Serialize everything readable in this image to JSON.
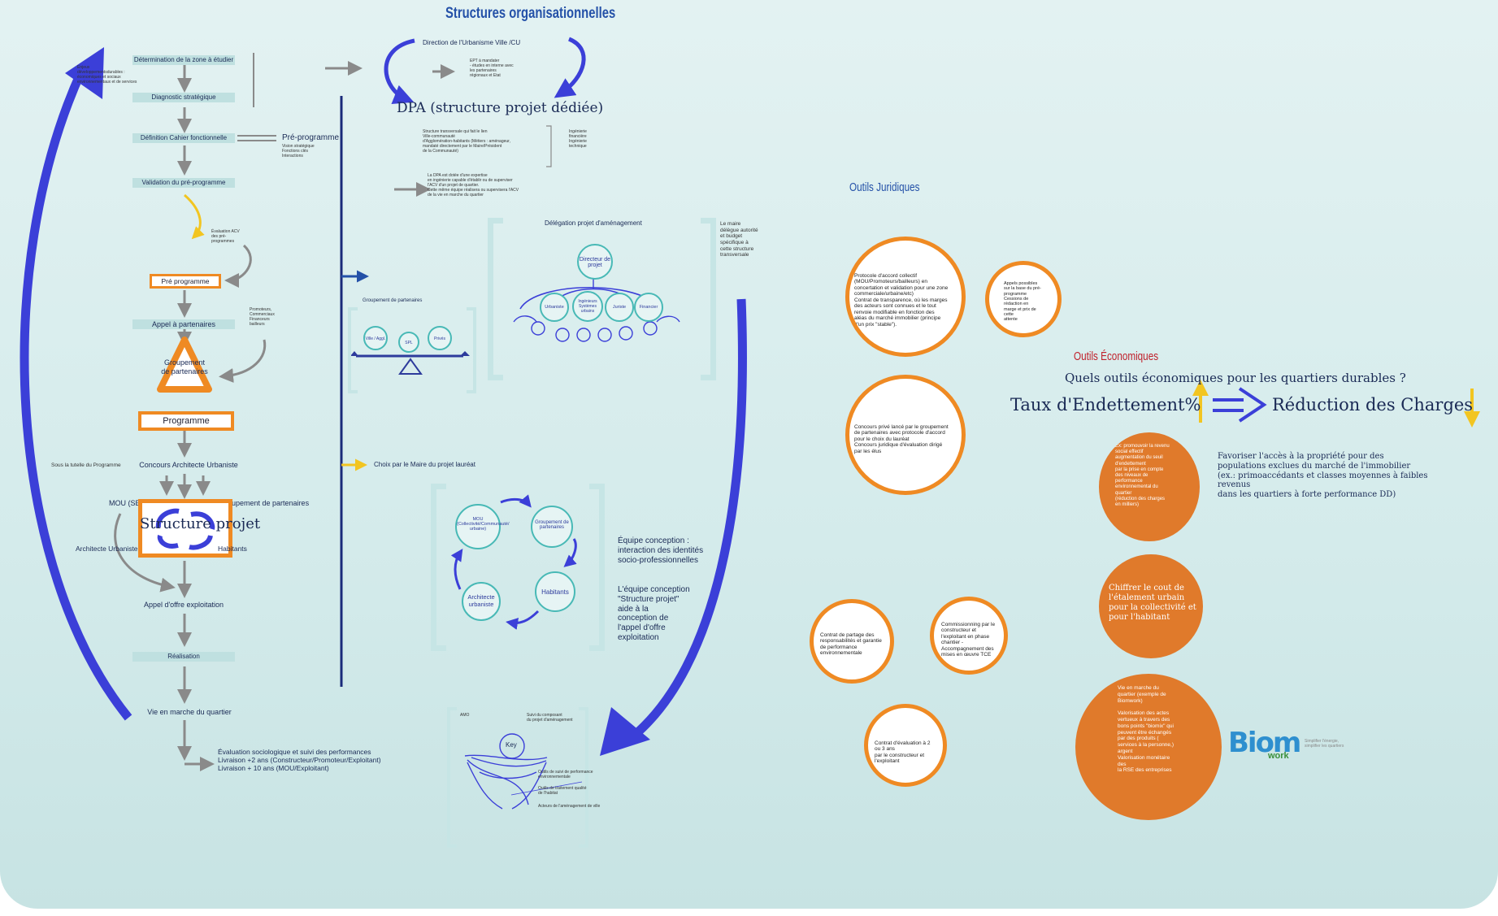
{
  "title": "Structures organisationnelles",
  "flow": {
    "steps": {
      "s1": "Détermination de la zone à étudier",
      "s2": "Diagnostic stratégique",
      "s3": "Définition Cahier fonctionnelle",
      "s4": "Validation du pré-programme",
      "s5": "Appel à partenaires",
      "s6": "Concours Architecte Urbaniste",
      "s7": "Appel d'offre exploitation",
      "s8": "Réalisation",
      "s9": "Vie en marche du quartier"
    },
    "left_note": "Enjeux\ndéveloppementsdurables :\néconomiques et sociaux\nenvironnementaux et de services",
    "preprog_title": "Pré-programme",
    "preprog_desc": "Vision stratégique\nFonctions clés\nInteractions",
    "yellow_note": "Évaluation ACV\ndes pré-\nprogrammes",
    "preprog_box": "Pré programme",
    "partners_note": "Promoteurs,\nCommerciaux\nFinanceurs\nbailleurs",
    "groupement": "Groupement\nde partenaires",
    "programme": "Programme",
    "sous_tutelle": "Sous la tutelle du Programme",
    "mou": "MOU (SEM)",
    "groupement_part": "Groupement de partenaires",
    "archi": "Architecte Urbaniste",
    "habitants": "Habitants",
    "structure_projet": "Structure projet",
    "evaluation": "Évaluation sociologique et suivi des performances\nLivraison +2 ans (Constructeur/Promoteur/Exploitant)\nLivraison + 10 ans (MOU/Exploitant)"
  },
  "center": {
    "direction": "Direction de l'Urbanisme Ville /CU",
    "direction_note": "EPT à mandater\n- études en interne avec\nles partenaires\nrégionaux et Etat",
    "dpa": "DPA (structure projet dédiée)",
    "dpa_desc": "Structure transversale qui fait le lien\nVille-communauté\nd'Agglomération-habitants (Métiers : aménageur,\nmandaté directement par le Maire/Président\nde la Communauté)",
    "dpa_side": "Ingénierie\nfinancière\nIngénierie\ntechnique",
    "dpa_expert": "La DPA est dotée d'une expertise\nen ingénierie capable d'établir ou de superviser\nl'ACV d'un projet de quartier.\nCette même équipe réalisera ou supervisera l'ACV\nde la vie en marche du quartier",
    "delegation": "Délégation projet d'aménagement",
    "maire_note": "Le maire\ndélègue autorité\net budget\nspécifique à\ncette structure\ntransversale",
    "directeur": "Directeur de projet",
    "sub_circles": [
      "Urbaniste",
      "Ingénieurs\nSystèmes\nurbains",
      "Juriste",
      "Financier"
    ],
    "equilibre": "Groupement de partenaires",
    "bal_left": "Ville / Aggl.",
    "bal_mid": "SPL",
    "bal_right": "Privés",
    "choix": "Choix par le Maire du projet lauréat",
    "cycle": {
      "mou": "MOU\n(Collectivité/Communauté/\nurbaine)",
      "groupement": "Groupement de\npartenaires",
      "habitants": "Habitants",
      "architecte": "Architecte\nurbaniste"
    },
    "equipe": "Équipe conception :\ninteraction des identités\nsocio-professionnelles",
    "equipe2": "L'équipe conception\n\"Structure projet\"\naide à la\nconception de\nl'appel d'offre\nexploitation",
    "funnel_top_left": "AMO",
    "funnel_top_right": "Suivi du composant\ndu projet d'aménagement",
    "funnel_key": "Key",
    "funnel_r1": "Outils de suivi de performance\nenvironnementale",
    "funnel_r2": "Outils de traitement qualité\nde l'habitat",
    "funnel_r3": "Acteurs de l'aménagement de ville"
  },
  "juridique": {
    "title": "Outils Juridiques",
    "c1": "Protocole d'accord collectif\n(MOU/Promoteurs/bailleurs) en\nconcertation et validation pour une zone\ncommerciale/urbaine/etc)\nContrat de transparence, où les marges\ndes acteurs sont connues et le tout\nrenvoie modifiable en fonction des\naléas du marché immobilier (principe\nd'un prix \"stable\").",
    "c2": "Appels possibles\nsur la base du pré-\nprogramme\nCessions de\nrédaction en\nmarge et prix de\ncette\nattente",
    "c3": "Concours privé lancé par le groupement\nde partenaires avec protocole d'accord\npour le choix du lauréat\nConcours juridique d'évaluation dirigé\npar les élus",
    "c4": "Contrat de partage des\nresponsabilités et garantie\nde performance\nenvironnementale",
    "c5": "Commissionning par le\nconstructeur et\nl'exploitant en phase\nchantier -\nAccompagnement des\nmises en œuvre TCE",
    "c6": "Contrat d'évaluation à 2\nou 3 ans\npar le constructeur et\nl'exploitant"
  },
  "economique": {
    "title": "Outils Économiques",
    "question": "Quels outils économiques pour les quartiers durables ?",
    "taux": "Taux d'Endettement%",
    "reduction": "Réduction des Charges",
    "o1": "Ex: promouvoir la revenu\nsocial effectif\naugmentation du seuil\nd'endettement\npar la prise en compte\ndes niveaux de\nperformance\nenvironnemental du\nquartier\n(réduction des charges\nen milliers)",
    "favoriser": "Favoriser l'accès à la propriété pour des\npopulations exclues du marché de l'immobilier\n(ex.: primoaccédants et classes moyennes à faibles\nrevenus\ndans les quartiers à forte performance DD)",
    "o2": "Chiffrer le cout de\nl'étalement urbain\npour la collectivité et\npour l'habitant",
    "o3": "Vie en marche du\nquartier (exemple de\nBiomwork)\n\nValorisation des actes\nvertueux à travers des\nbons points \"biomix\" qui\npeuvent être échangés\npar des produits (\nservices à la personne,)\nargent\nValorisation monétaire\ndes\nla RSE des entreprises",
    "logo_main": "Biom",
    "logo_sub": "work",
    "logo_caption": "Simplifier l'énergie,\nsimplifier les quartiers"
  },
  "colors": {
    "arrow_blue": "#3b3fd8",
    "orange": "#ef8a23",
    "orange_fill": "#e07a2b",
    "teal": "#48b9b6",
    "background": "#d4ebeb"
  }
}
